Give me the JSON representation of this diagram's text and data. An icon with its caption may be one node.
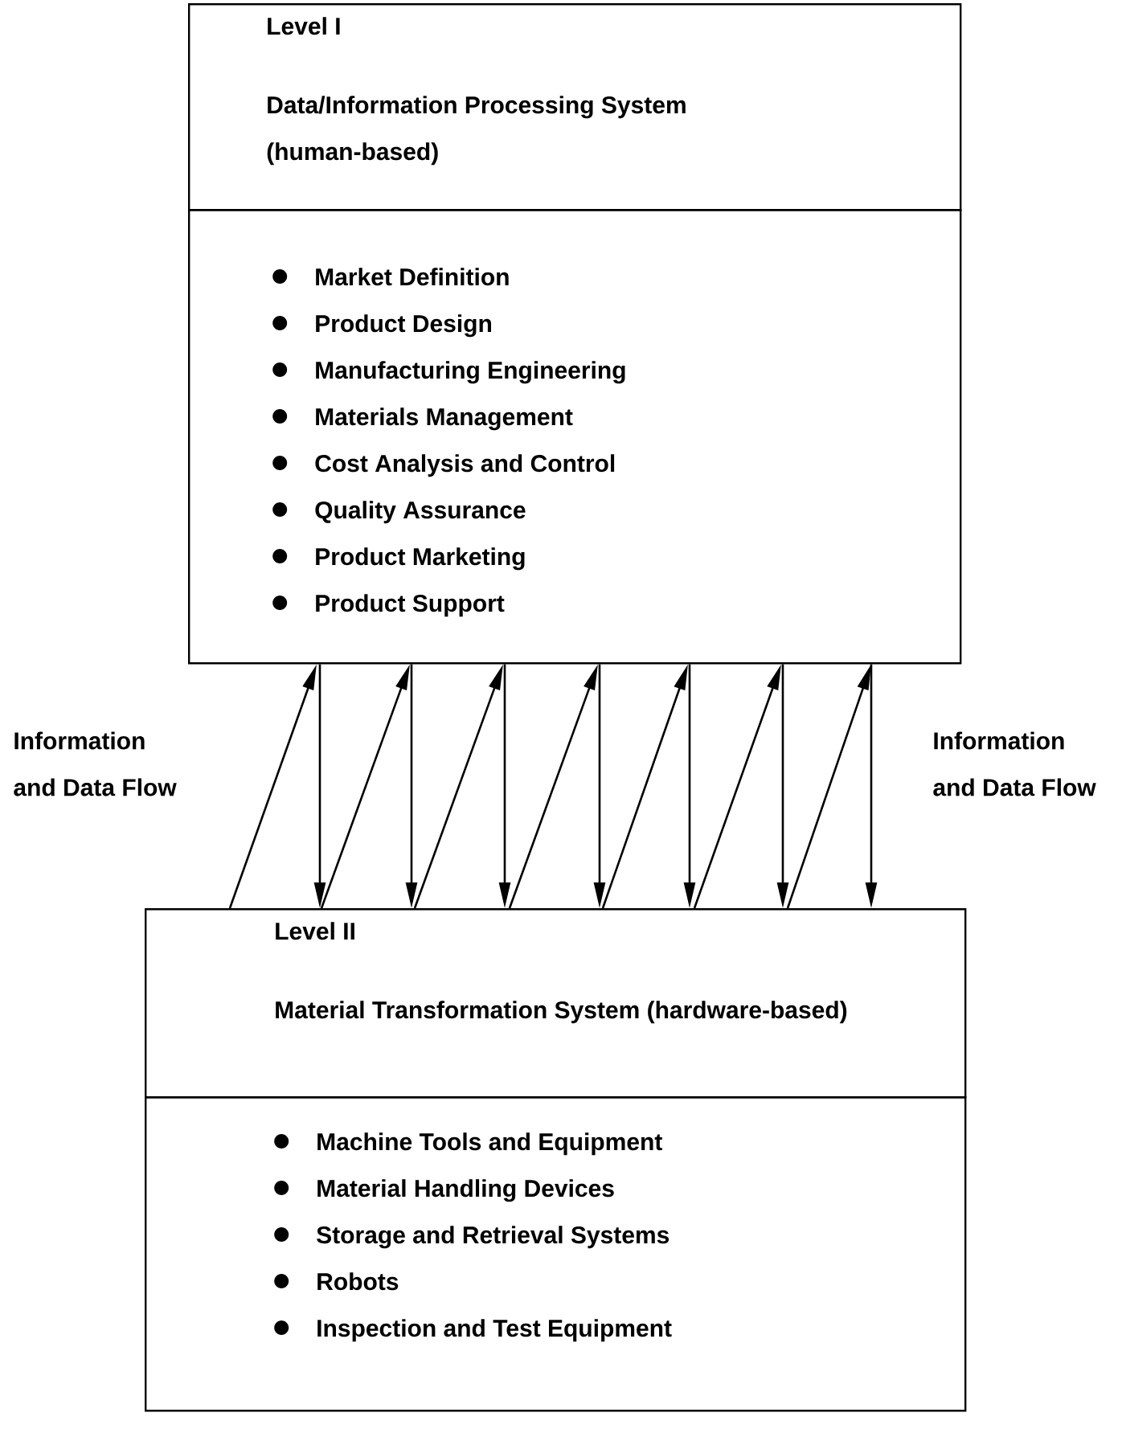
{
  "diagram": {
    "nodes": [
      {
        "text": [
          "Level I",
          "Data/Information Processing System (human-based)"
        ]
      },
      {
        "text": [
          "Market Definition",
          "Product Design",
          "Manufacturing Engineering",
          "Materials Management",
          "Cost Analysis and Control",
          "Quality Assurance",
          "Product Marketing",
          "Product Support"
        ]
      },
      {
        "text": [
          "Level II",
          "Material Transformation System (hardware-based)"
        ]
      },
      {
        "text": [
          "Machine Tools and Equipment",
          "Material Handling Devices",
          "Storage and Retrieval Systems",
          "Robots",
          "Inspection and Test Equipment"
        ]
      }
    ],
    "edges": [
      {
        "from": 2,
        "to": 1,
        "arrow": "to"
      },
      {
        "from": 1,
        "to": 2,
        "arrow": "to"
      },
      {
        "from": 2,
        "to": 1,
        "arrow": "to"
      },
      {
        "from": 1,
        "to": 2,
        "arrow": "to"
      },
      {
        "from": 2,
        "to": 1,
        "arrow": "to"
      },
      {
        "from": 1,
        "to": 2,
        "arrow": "to"
      },
      {
        "from": 2,
        "to": 1,
        "arrow": "to"
      },
      {
        "from": 1,
        "to": 2,
        "arrow": "to"
      },
      {
        "from": 2,
        "to": 1,
        "arrow": "to"
      },
      {
        "from": 1,
        "to": 2,
        "arrow": "to"
      },
      {
        "from": 2,
        "to": 1,
        "arrow": "to"
      },
      {
        "from": 1,
        "to": 2,
        "arrow": "to"
      },
      {
        "from": 2,
        "to": 1,
        "arrow": "to"
      },
      {
        "from": 1,
        "to": 2,
        "arrow": "to"
      }
    ],
    "labels": [
      "Information and Data Flow",
      "Information and Data Flow"
    ]
  }
}
